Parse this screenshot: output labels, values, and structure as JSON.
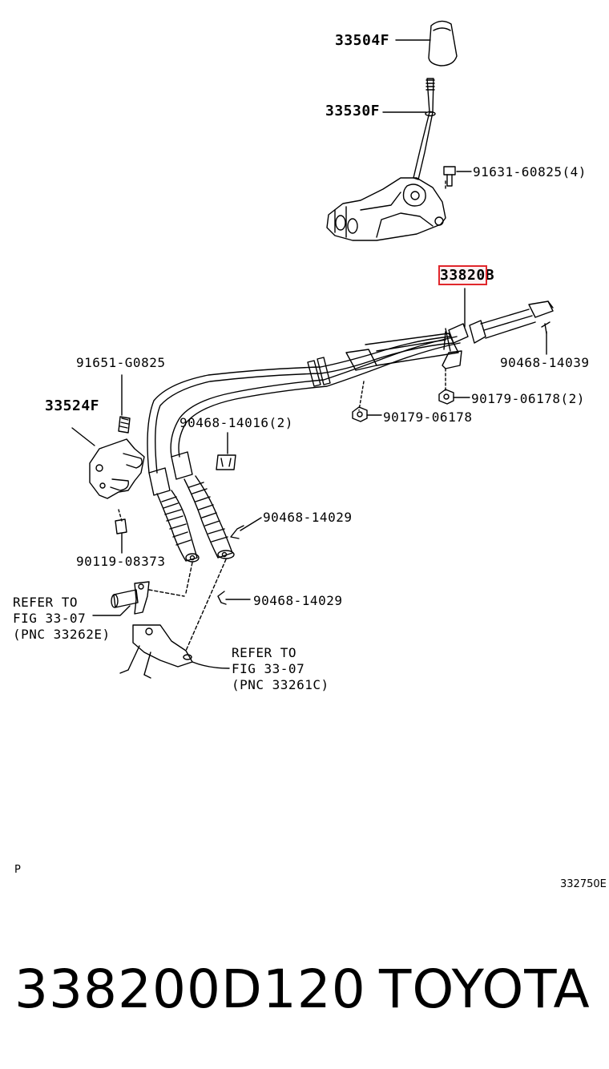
{
  "labels": {
    "knob": "33504F",
    "lever": "33530F",
    "bolt_top": "91631-60825(4)",
    "cable_assy": "33820",
    "cable_assy_suffix": "B",
    "clip_right": "90468-14039",
    "bracket_bolt": "91651-G0825",
    "bracket": "33524F",
    "clip_mid": "90468-14016(2)",
    "nut_pair": "90179-06178(2)",
    "nut_single": "90179-06178",
    "clip_a": "90468-14029",
    "clip_b": "90468-14029",
    "bolt_bottom": "90119-08373",
    "refer1_line1": "REFER TO",
    "refer1_line2": "FIG 33-07",
    "refer1_line3": "(PNC 33262E)",
    "refer2_line1": "REFER TO",
    "refer2_line2": "FIG 33-07",
    "refer2_line3": "(PNC 33261C)",
    "corner_left": "P",
    "corner_right": "332750E"
  },
  "footer": {
    "part_number": "338200D120",
    "brand": "TOYOTA"
  },
  "colors": {
    "line": "#000000",
    "highlight": "#e0262b"
  }
}
